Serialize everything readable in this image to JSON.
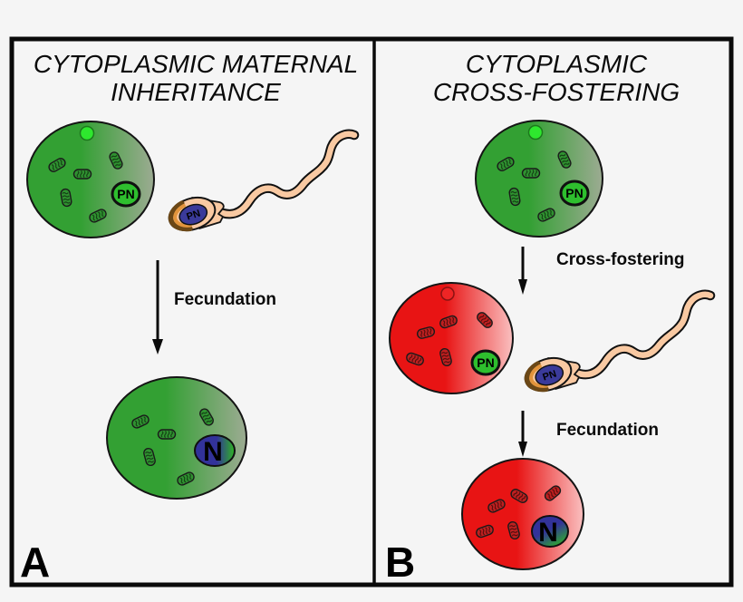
{
  "panel_a": {
    "letter": "A",
    "title_line1": "CYTOPLASMIC MATERNAL",
    "title_line2": "INHERITANCE",
    "fecundation_label": "Fecundation"
  },
  "panel_b": {
    "letter": "B",
    "title_line1": "CYTOPLASMIC",
    "title_line2": "CROSS-FOSTERING",
    "cross_fostering_label": "Cross-fostering",
    "fecundation_label": "Fecundation"
  },
  "labels": {
    "pronucleus": "PN",
    "nucleus": "N"
  },
  "colors": {
    "background": "#f5f5f5",
    "line": "#0a0a0a",
    "egg_green_start": "#33a033",
    "egg_green_end": "#9cab92",
    "mito_green": "#2f9230",
    "egg_dot": "#2ee82e",
    "pronucleus_green": "#2ebf2e",
    "red_start": "#e81414",
    "red_end": "#fac0c0",
    "mito_red": "#bf2020",
    "red_dot": "#ee2525",
    "sperm_body": "#f9c9a2",
    "sperm_nucleus": "#3a3a9a",
    "acrosome_brown": "#6b4716",
    "acrosome_orange": "#e2943c",
    "zygote_nucleus_navy": "#32329a",
    "zygote_nucleus_green": "#2fa82f"
  }
}
